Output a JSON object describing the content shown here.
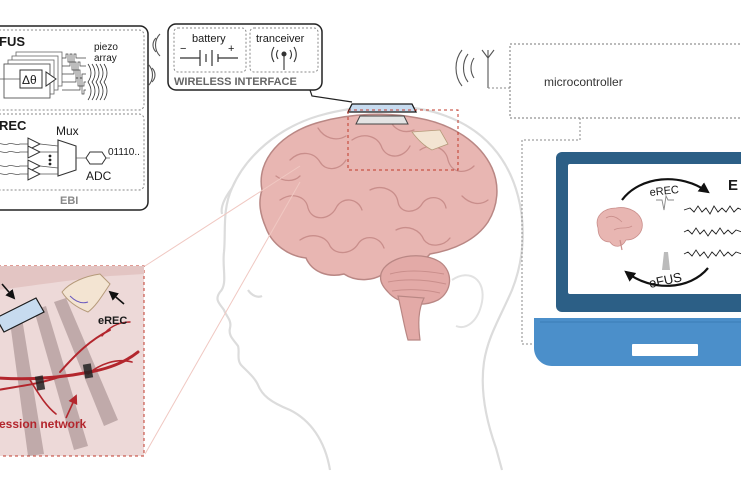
{
  "ebi": {
    "title": "EBI",
    "fus_label": "FUS",
    "delta_theta": "Δθ",
    "piezo_line1": "piezo",
    "piezo_line2": "array",
    "rec_label": "REC",
    "mux": "Mux",
    "adc": "ADC",
    "bits": "01110.."
  },
  "wireless": {
    "title": "WIRELESS INTERFACE",
    "battery": "battery",
    "battery_minus": "−",
    "battery_plus": "+",
    "transceiver": "tranceiver"
  },
  "microcontroller": {
    "label": "microcontroller"
  },
  "laptop": {
    "erec_label": "eREC",
    "efus_label": "eFUS",
    "corner_letter": "E"
  },
  "inset": {
    "erec_label": "eREC",
    "network_label": "ession network"
  },
  "colors": {
    "brain": "#e8b6b2",
    "brain_dark": "#c98e8b",
    "laptop_frame": "#2c5f86",
    "laptop_base": "#4b8fca",
    "inset_bg": "#edd9d8",
    "vessels": "#b3262d",
    "device": "#c7dbef",
    "dashed_red": "#c0392b"
  }
}
